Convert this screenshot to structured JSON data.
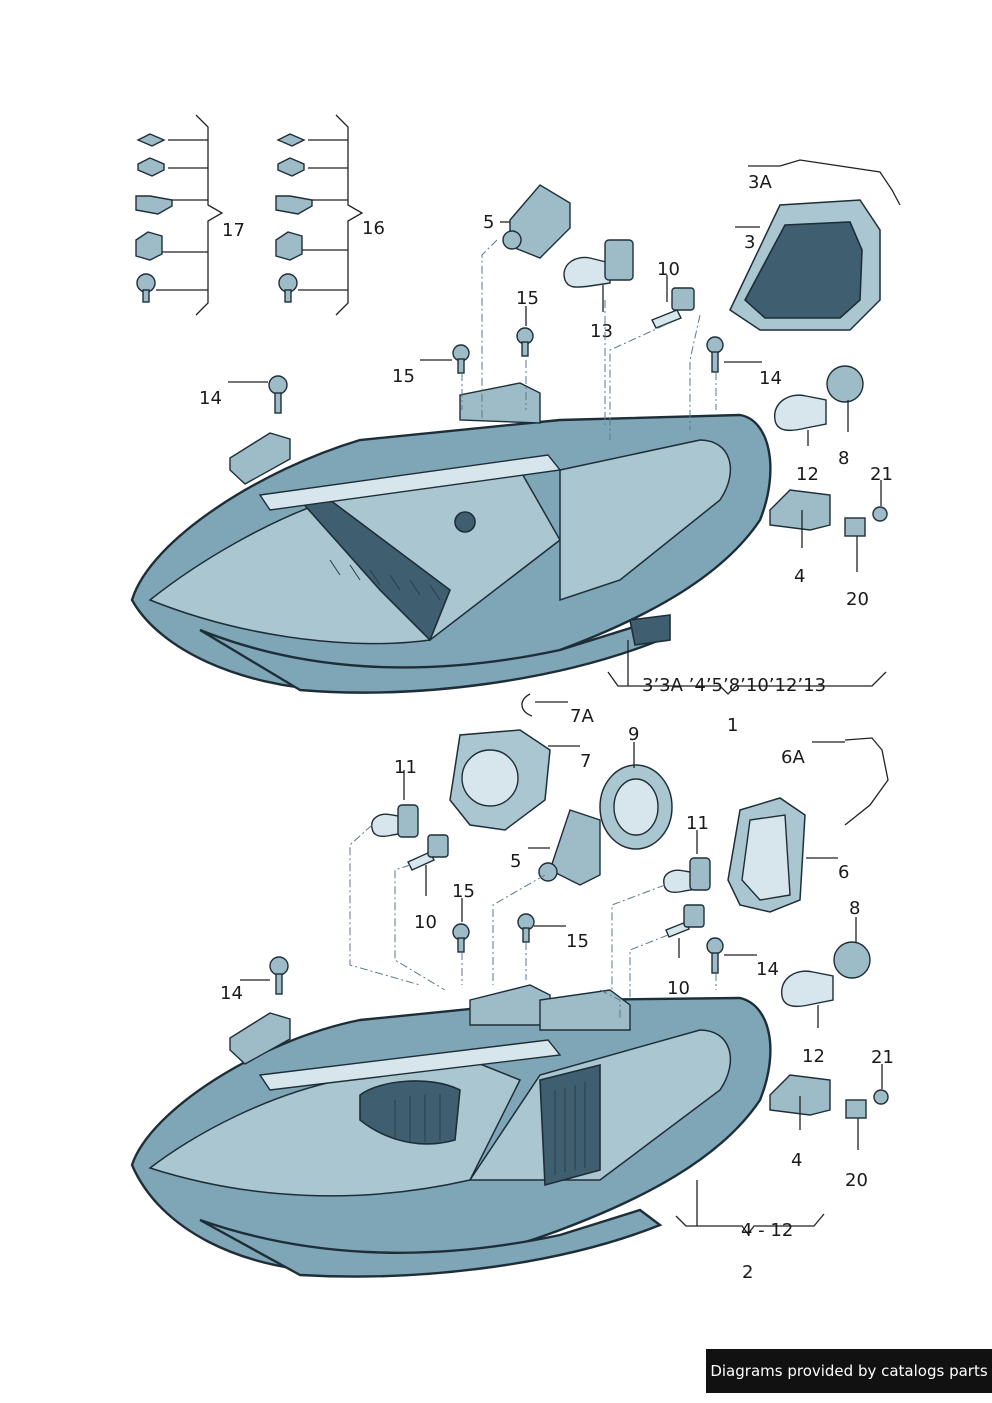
{
  "callouts": {
    "p17": "17",
    "p16": "16",
    "top_5": "5",
    "top_13": "13",
    "top_3a": "3A",
    "top_3": "3",
    "top_10": "10",
    "top_15a": "15",
    "top_15b": "15",
    "top_14a": "14",
    "top_14b": "14",
    "top_8": "8",
    "top_12": "12",
    "top_21": "21",
    "top_4": "4",
    "top_20": "20",
    "assembly1_list": "3’3A ’4’5’8’10’12’13",
    "assembly1": "1",
    "bot_7a": "7A",
    "bot_7": "7",
    "bot_9": "9",
    "bot_6a": "6A",
    "bot_6": "6",
    "bot_11a": "11",
    "bot_11b": "11",
    "bot_5": "5",
    "bot_10a": "10",
    "bot_10b": "10",
    "bot_15a": "15",
    "bot_15b": "15",
    "bot_14a": "14",
    "bot_14b": "14",
    "bot_8": "8",
    "bot_12": "12",
    "bot_21": "21",
    "bot_4": "4",
    "bot_20": "20",
    "assembly2_list": "4 - 12",
    "assembly2": "2"
  },
  "footer": {
    "text": "Diagrams provided by catalogs parts"
  }
}
